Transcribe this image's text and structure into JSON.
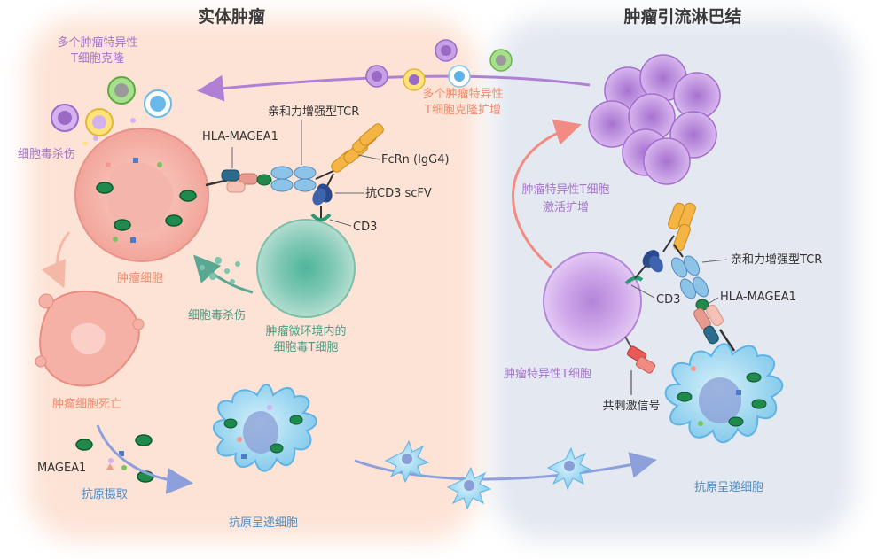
{
  "titles": {
    "left": "实体肿瘤",
    "right": "肿瘤引流淋巴结"
  },
  "labels": {
    "clones_l1": "多个肿瘤特异性",
    "clones_l2": "T细胞克隆",
    "cytotoxic_left": "细胞毒杀伤",
    "hla_left": "HLA-MAGEA1",
    "tcr_top": "亲和力增强型TCR",
    "fcrn": "FcRn (IgG4)",
    "scfv": "抗CD3 scFV",
    "cd3_left": "CD3",
    "tumor_cell": "肿瘤细胞",
    "cytotoxic_mid": "细胞毒杀伤",
    "tme_t_l1": "肿瘤微环境内的",
    "tme_t_l2": "细胞毒T细胞",
    "tumor_death": "肿瘤细胞死亡",
    "magea1": "MAGEA1",
    "uptake": "抗原摄取",
    "apc_left": "抗原呈递细胞",
    "expansion_l1": "多个肿瘤特异性",
    "expansion_l2": "T细胞克隆扩增",
    "activation_l1": "肿瘤特异性T细胞",
    "activation_l2": "激活扩增",
    "tcr_right": "亲和力增强型TCR",
    "cd3_right": "CD3",
    "hla_right": "HLA-MAGEA1",
    "specific_t": "肿瘤特异性T细胞",
    "costim": "共刺激信号",
    "apc_right": "抗原呈递细胞"
  },
  "colors": {
    "left_panel": "#fde3d5",
    "right_panel": "#e3e8f1",
    "purple_text": "#a574c9",
    "salmon_text": "#f08b6c",
    "teal_text": "#4a9c86",
    "blue_text": "#4f8ac0",
    "dark_text": "#333333"
  }
}
